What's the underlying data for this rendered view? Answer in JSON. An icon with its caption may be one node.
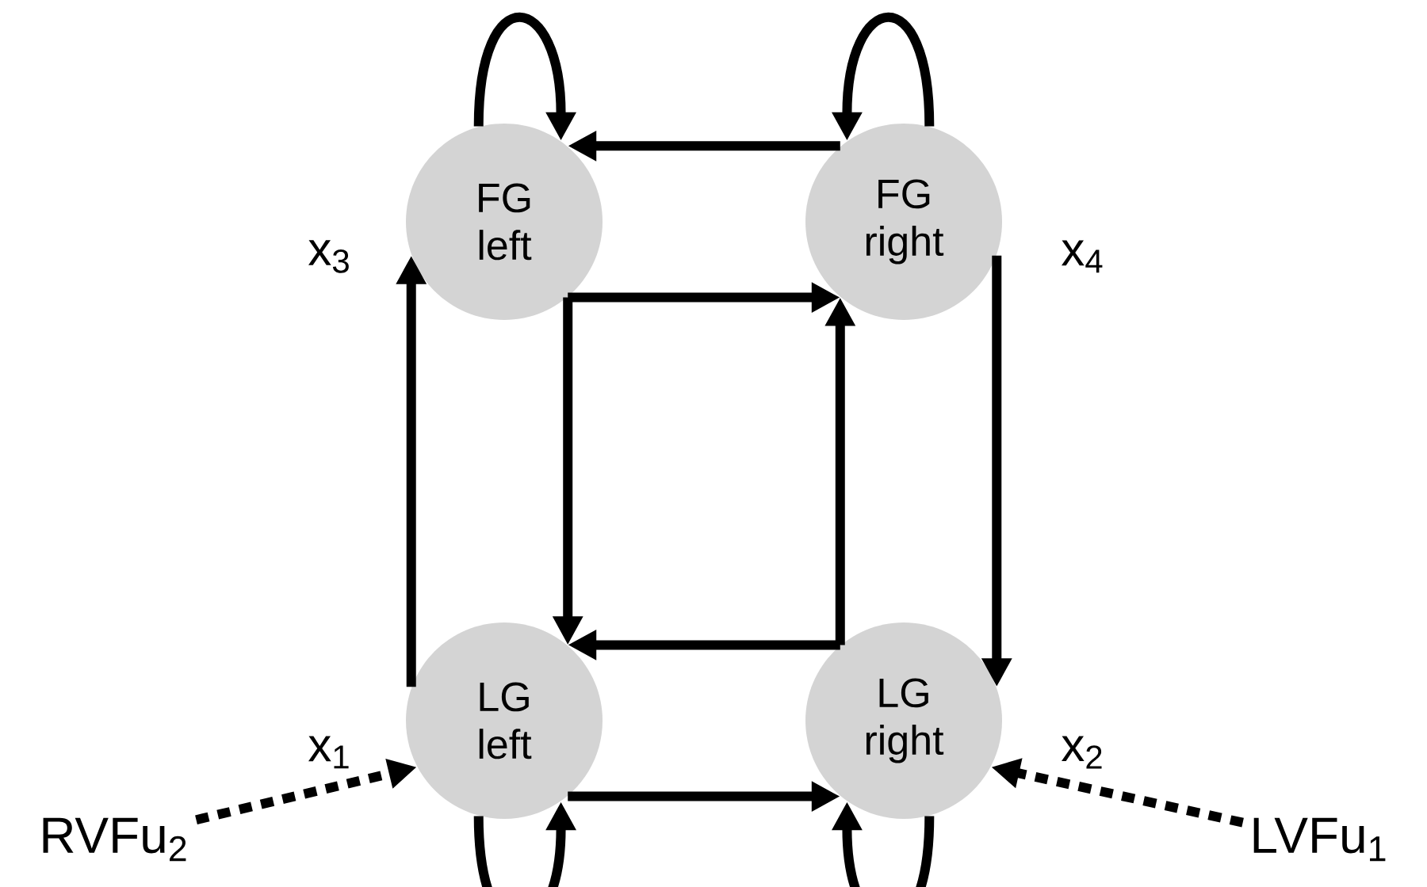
{
  "diagram": {
    "nodes": [
      {
        "text": [
          "FG left"
        ],
        "beside": [
          "x$_{3}$"
        ]
      },
      {
        "text": [
          "FG right"
        ],
        "beside": [
          "x$_{4}$"
        ]
      },
      {
        "text": [
          "LG left"
        ],
        "beside": [
          "x$_{1}$"
        ]
      },
      {
        "text": [
          "LG right"
        ],
        "beside": [
          "x$_{2}$"
        ]
      },
      {
        "text": [
          "RVFu$_{2}$"
        ]
      },
      {
        "text": [
          "LVFu$_{1}$"
        ]
      }
    ],
    "edges": [
      {
        "from": 0,
        "to": 0,
        "arrow": "to"
      },
      {
        "from": 1,
        "to": 1,
        "arrow": "to"
      },
      {
        "from": 1,
        "to": 0,
        "arrow": "to"
      },
      {
        "from": 0,
        "to": 1,
        "arrow": "to"
      },
      {
        "from": 0,
        "to": 2,
        "arrow": "to"
      },
      {
        "from": 3,
        "to": 1,
        "arrow": "to"
      },
      {
        "from": 3,
        "to": 2,
        "arrow": "to"
      },
      {
        "from": 2,
        "to": 0,
        "arrow": "to"
      },
      {
        "from": 1,
        "to": 3,
        "arrow": "to"
      },
      {
        "from": 2,
        "to": 3,
        "arrow": "to"
      },
      {
        "from": 2,
        "to": 2,
        "arrow": "to"
      },
      {
        "from": 3,
        "to": 3,
        "arrow": "to"
      },
      {
        "from": 4,
        "to": 2,
        "arrow": "to",
        "style": "dashed"
      },
      {
        "from": 5,
        "to": 3,
        "arrow": "to",
        "style": "dashed"
      }
    ]
  }
}
